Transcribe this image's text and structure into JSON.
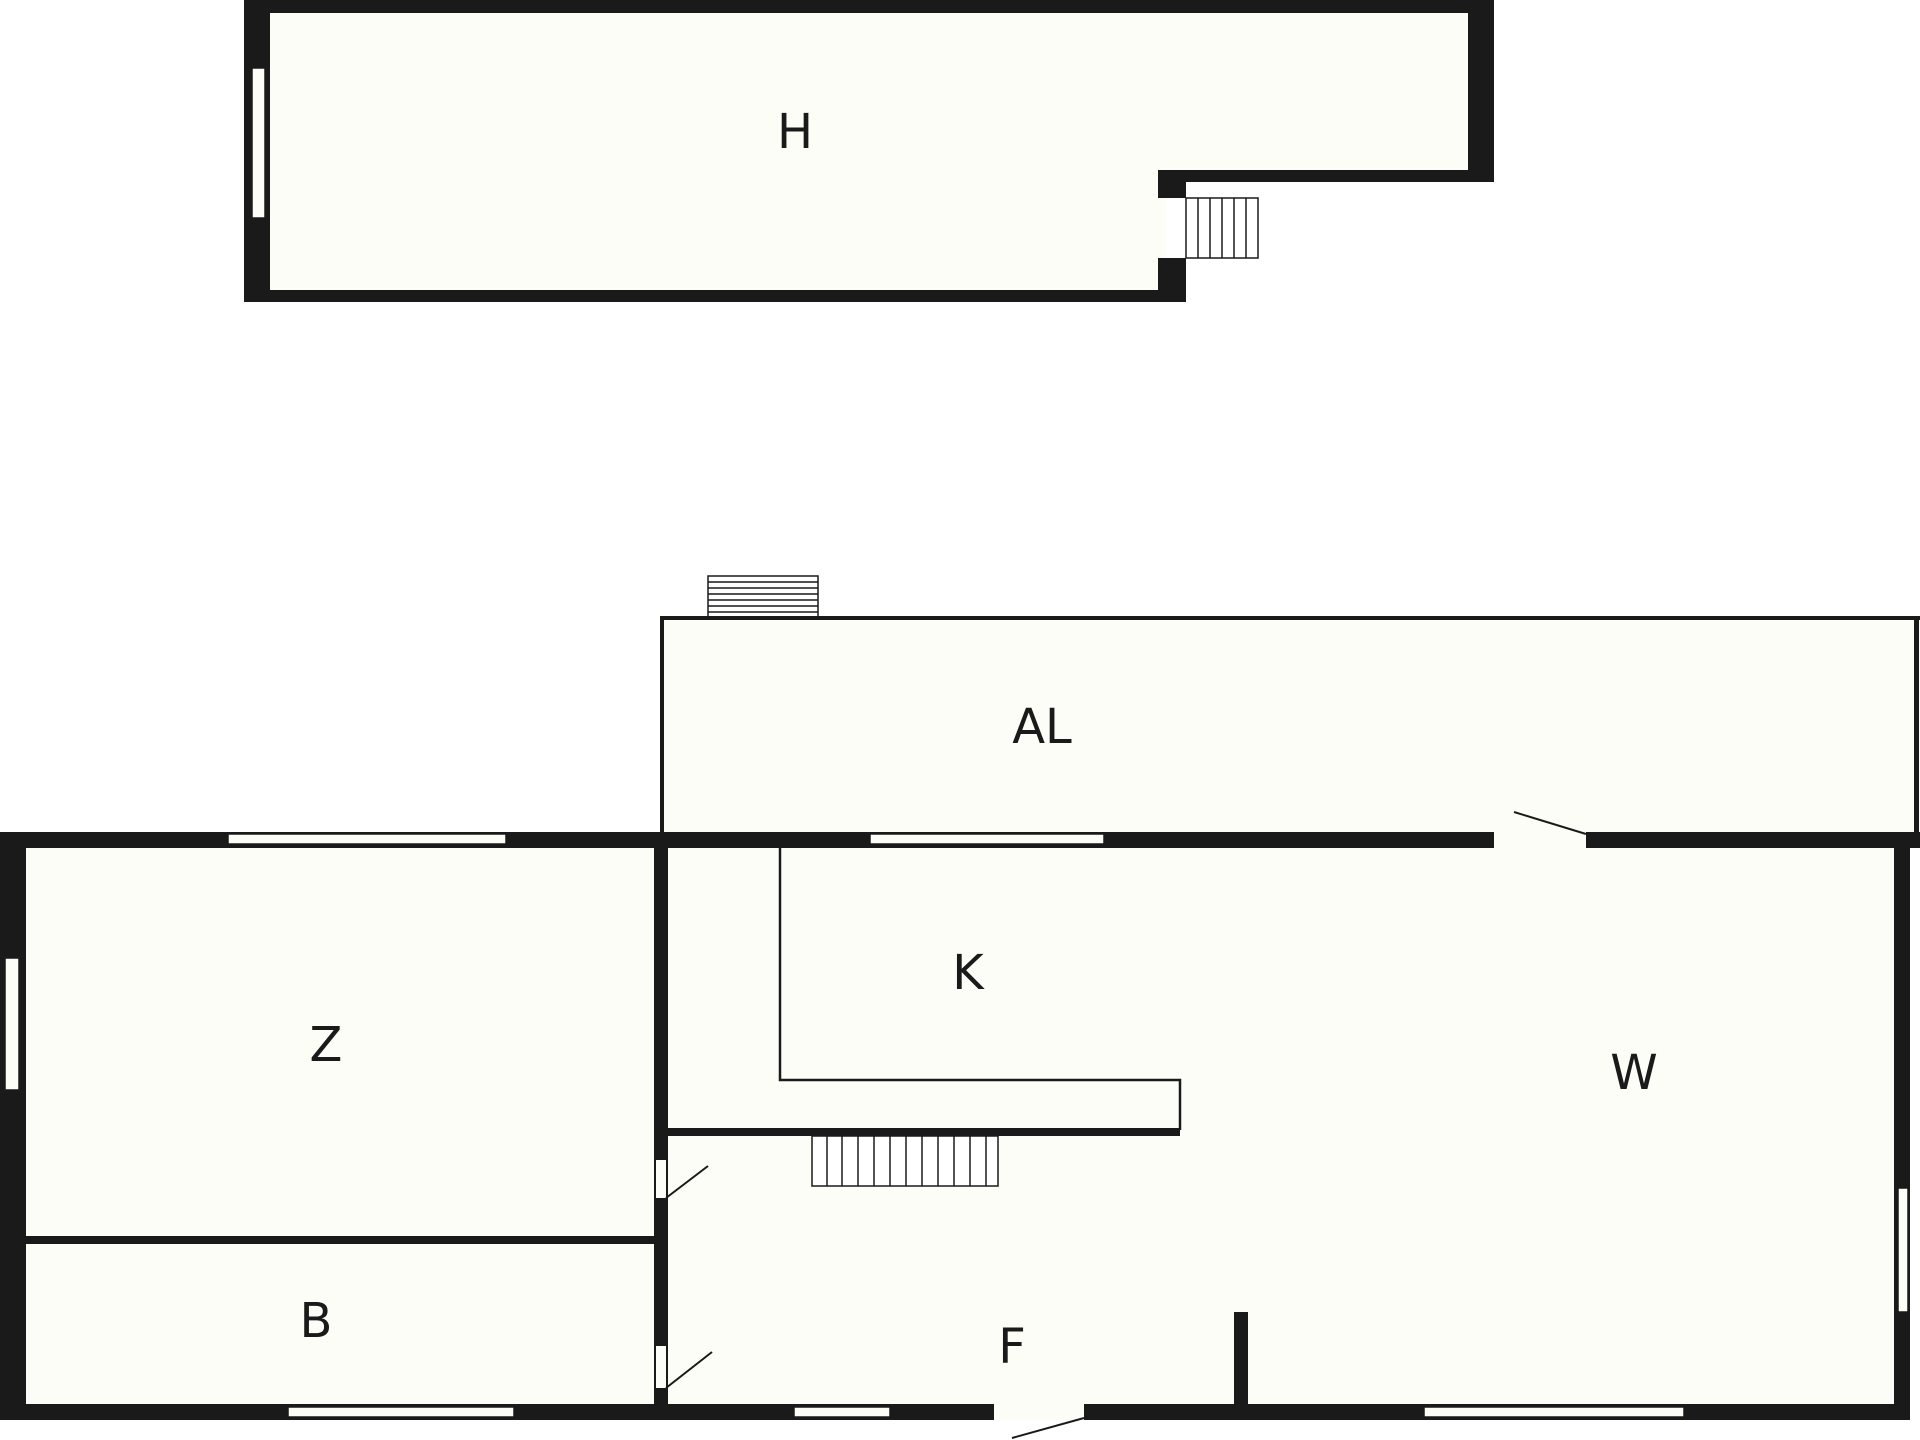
{
  "colors": {
    "wall": "#1a1a1a",
    "floor": "#fdfdf7",
    "window": "#fdfdf7",
    "background": "#ffffff"
  },
  "rooms": {
    "h": "H",
    "al": "AL",
    "k": "K",
    "w": "W",
    "z": "Z",
    "b": "B",
    "f": "F"
  }
}
